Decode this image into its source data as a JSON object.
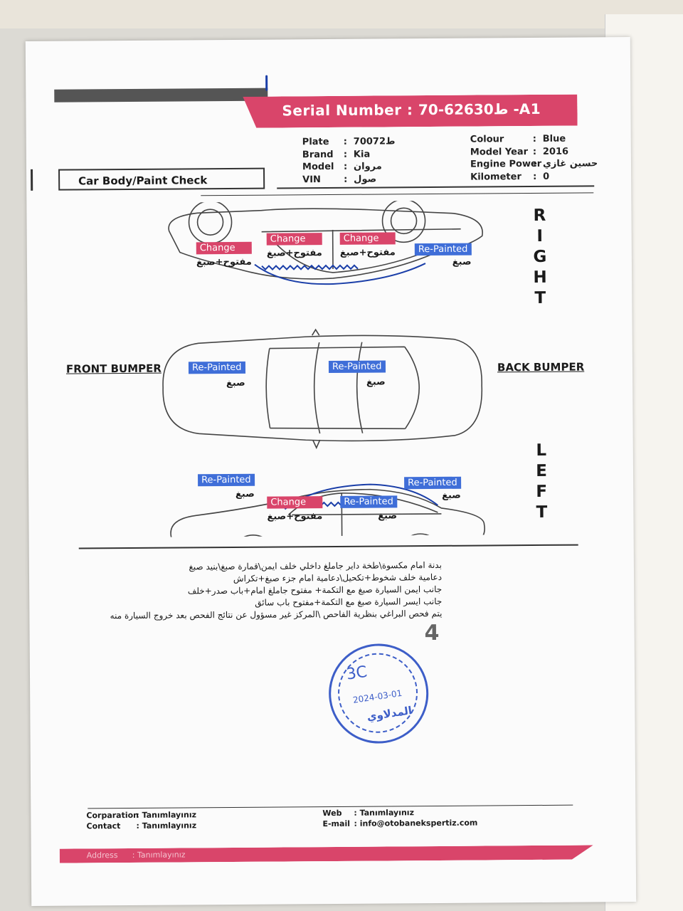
{
  "header": {
    "serial_label": "Serial Number :",
    "serial_value": "ط62630-70  -A1",
    "title": "Car Body/Paint Check"
  },
  "vehicle": {
    "left": [
      {
        "label": "Plate",
        "value": "ط70072"
      },
      {
        "label": "Brand",
        "value": "Kia"
      },
      {
        "label": "Model",
        "value": "مروان"
      },
      {
        "label": "VIN",
        "value": "صول"
      }
    ],
    "right": [
      {
        "label": "Colour",
        "value": "Blue"
      },
      {
        "label": "Model Year",
        "value": "2016"
      },
      {
        "label": "Engine Power",
        "value": "حسين غازي"
      },
      {
        "label": "Kilometer",
        "value": "0"
      }
    ]
  },
  "diagram": {
    "right_letters": [
      "R",
      "I",
      "G",
      "H",
      "T"
    ],
    "left_letters": [
      "L",
      "E",
      "F",
      "T"
    ],
    "front_label": "FRONT BUMPER",
    "back_label": "BACK BUMPER",
    "tags": [
      {
        "type": "change",
        "label": "Change",
        "note": "مفتوح+صبغ"
      },
      {
        "type": "change",
        "label": "Change",
        "note": "مفتوح+صبغ"
      },
      {
        "type": "change",
        "label": "Change",
        "note": "مفتوح+صبغ"
      },
      {
        "type": "paint",
        "label": "Re-Painted",
        "note": "صبغ"
      },
      {
        "type": "paint",
        "label": "Re-Painted",
        "note": "صبغ"
      },
      {
        "type": "paint",
        "label": "Re-Painted",
        "note": "صبغ"
      },
      {
        "type": "paint",
        "label": "Re-Painted",
        "note": "صبغ"
      },
      {
        "type": "change",
        "label": "Change",
        "note": "مفتوح+صبغ"
      },
      {
        "type": "paint",
        "label": "Re-Painted",
        "note": "صبغ"
      },
      {
        "type": "paint",
        "label": "Re-Painted",
        "note": "صبغ"
      }
    ]
  },
  "notes": [
    "بدنة امام مكسوة\\طخة داير جاملغ داخلي خلف ايمن\\قمارة صبغ\\بنيد صبغ",
    "دعامية خلف شخوط+تكحيل\\دعامية امام جزء صبغ+تكراش",
    "جانب ايمن السيارة صبغ مع التكمة+ مفتوح جاملغ امام+باب صدر+خلف",
    "جانب ايسر السيارة صبغ مع التكمة+مفتوح باب سائق",
    "يتم فحص البراغي بنظرية الفاحص \\المركز غير مسؤول عن نتائج الفحص بعد خروج السيارة منه"
  ],
  "stamp": {
    "code": "3C",
    "date": "2024-03-01",
    "name": "المدلاوي",
    "mark": "4"
  },
  "footer": {
    "corporation_label": "Corparation",
    "corporation_value": "Tanımlayınız",
    "contact_label": "Contact",
    "contact_value": "Tanımlayınız",
    "web_label": "Web",
    "web_value": "Tanımlayınız",
    "email_label": "E-mail",
    "email_value": "info@otobanekspertiz.com",
    "address_label": "Address",
    "address_value": "Tanımlayınız"
  },
  "colors": {
    "brand_pink": "#d9456a",
    "tag_blue": "#3f6ed8",
    "pen_blue": "#1a3ea8"
  }
}
